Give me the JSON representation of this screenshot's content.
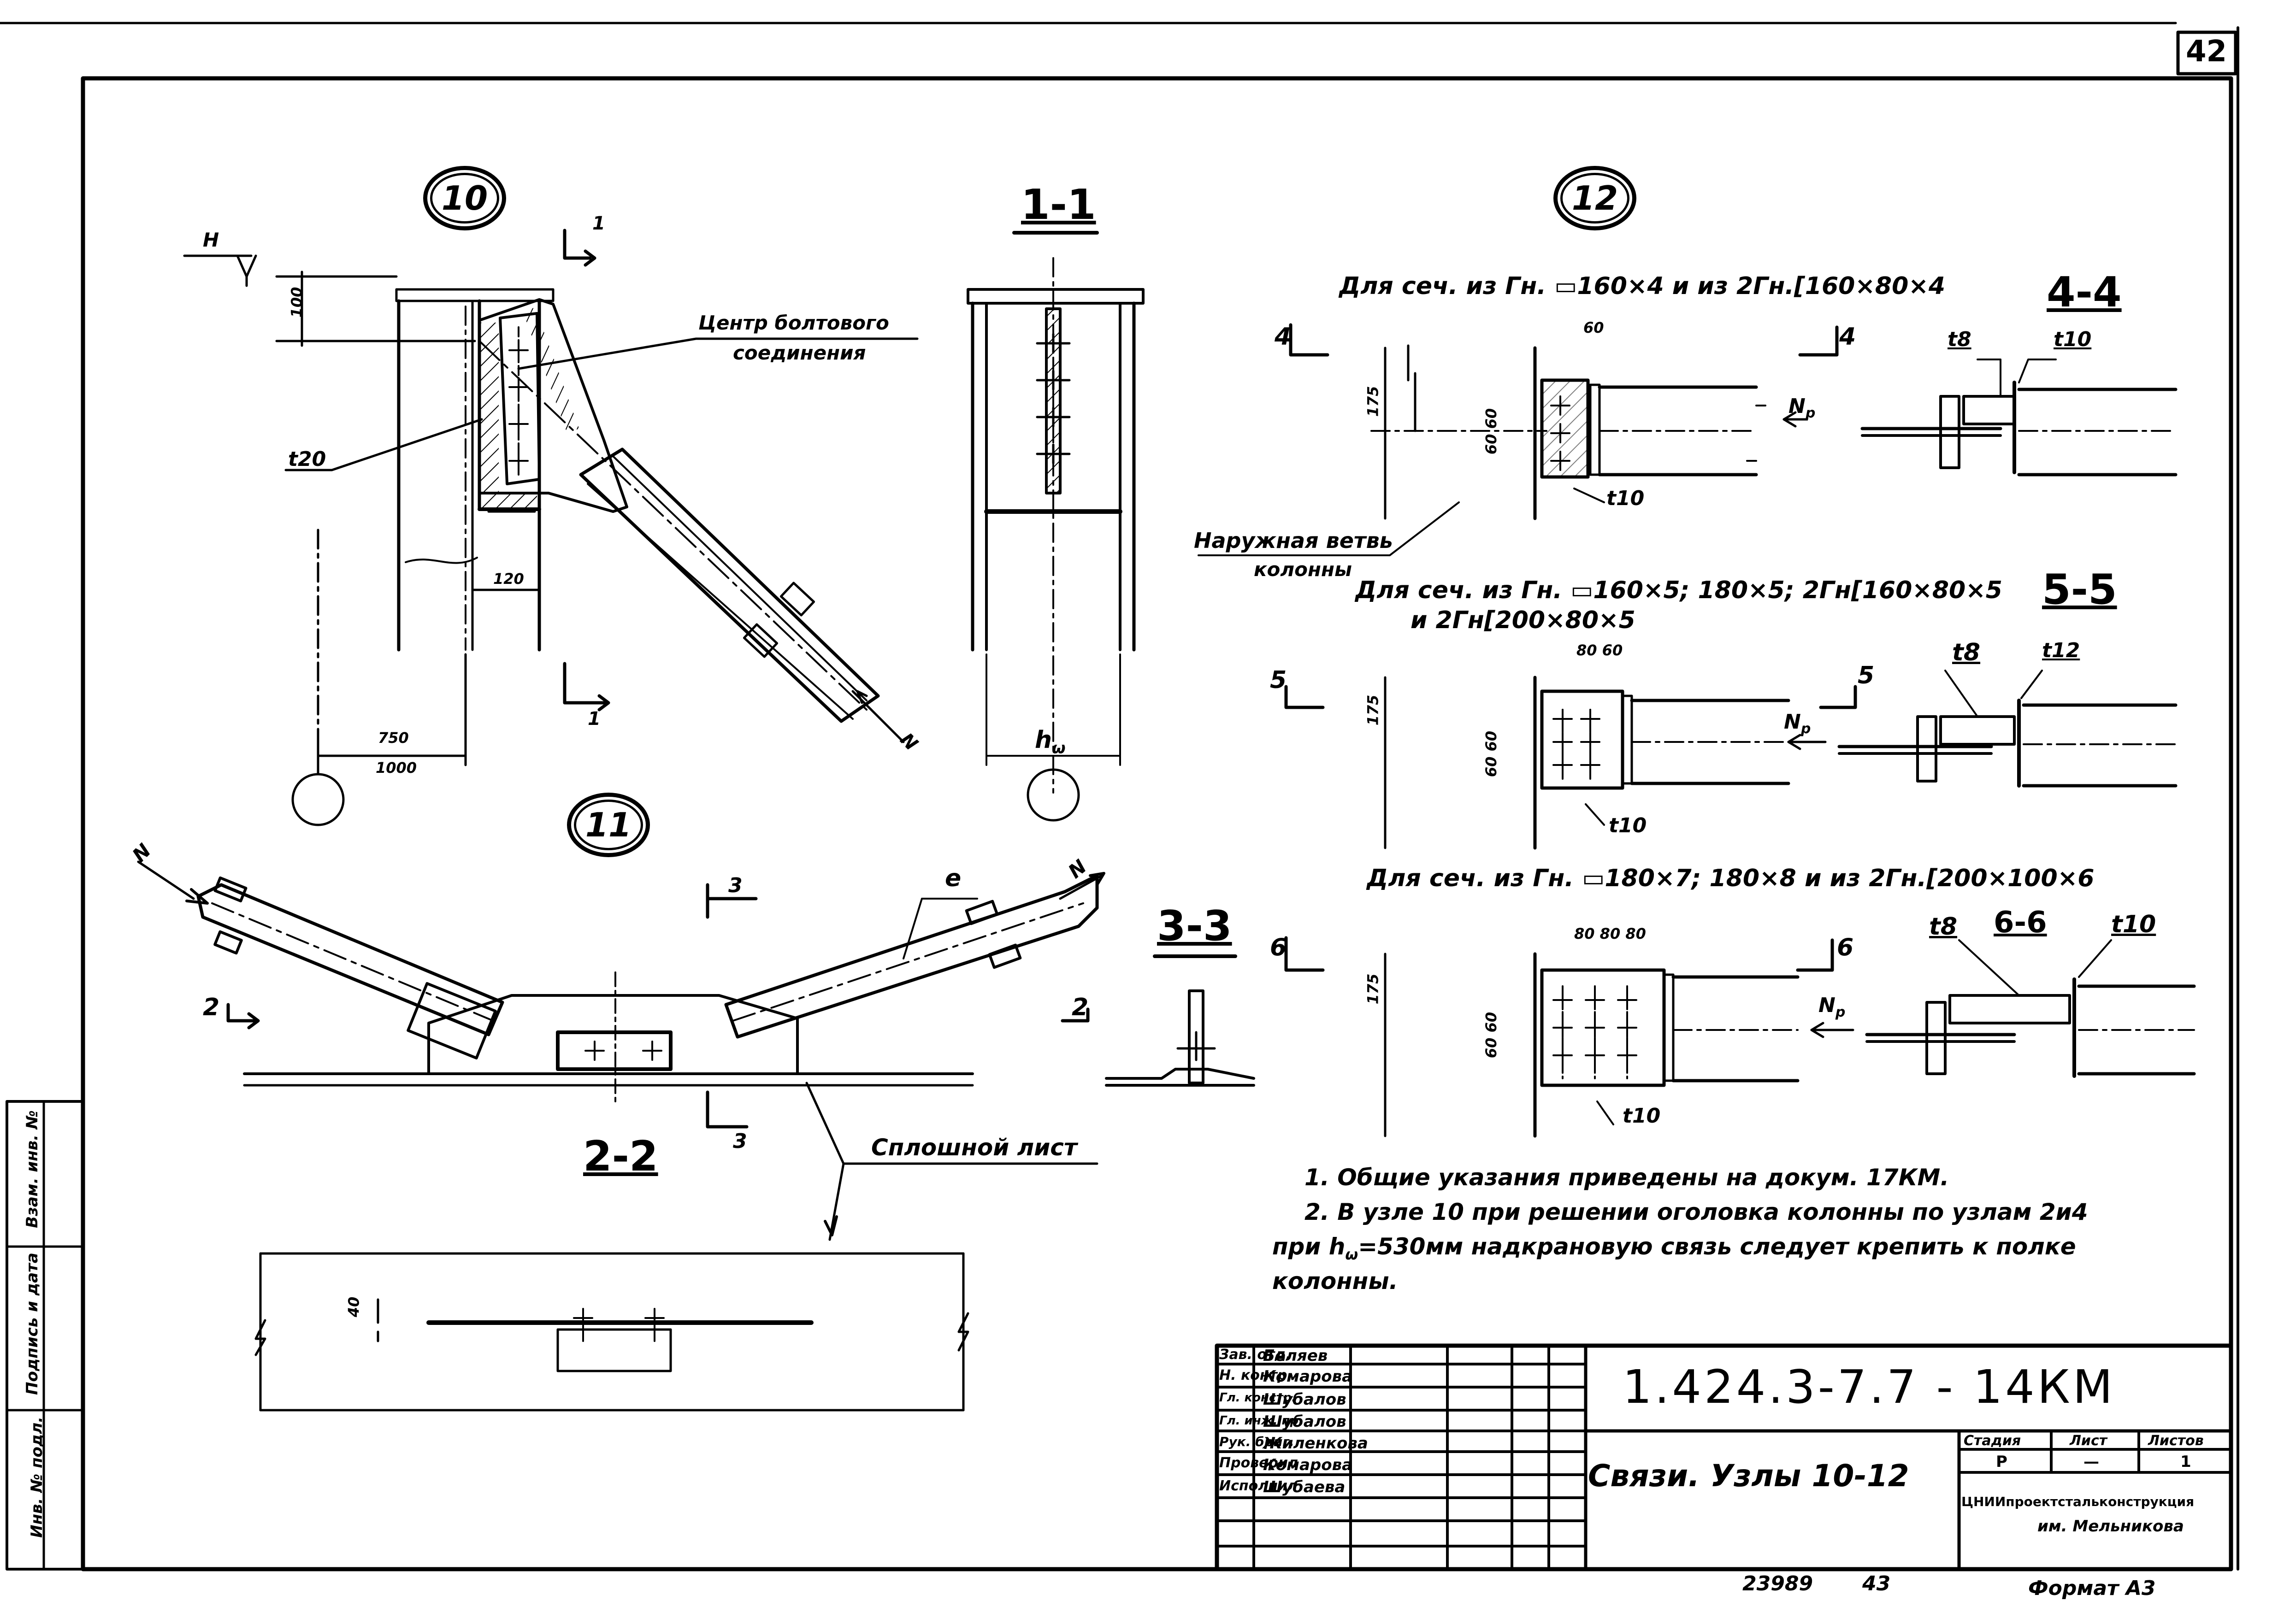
{
  "sheet_number": "42",
  "node_10": {
    "circle": "10",
    "force_h": "H",
    "force_n": "N",
    "dim_100": "100",
    "dim_120": "120",
    "dim_750": "750",
    "dim_1000": "1000",
    "plate": "t20",
    "bolt_center_line1": "Центр болтового",
    "bolt_center_line2": "соединения",
    "cut_mark": "1"
  },
  "section_1_1": {
    "title": "1-1",
    "hw": "h",
    "hw_sub": "ω"
  },
  "node_11": {
    "circle": "11",
    "force_n_left": "N",
    "force_n_right": "N",
    "e": "e",
    "cut_2": "2",
    "cut_3": "3",
    "solid_sheet": "Сплошной лист"
  },
  "section_2_2": {
    "title": "2-2",
    "dim_40": "40"
  },
  "section_3_3": {
    "title": "3-3"
  },
  "node_12": {
    "circle": "12",
    "variant_1": "Для  сеч. из Гн. ▭160×4 и из 2Гн.[160×80×4",
    "variant_2a": "Для  сеч. из Гн. ▭160×5; 180×5; 2Гн[160×80×5",
    "variant_2b": "и 2Гн[200×80×5",
    "variant_3": "Для  сеч. из Гн. ▭180×7; 180×8 и из 2Гн.[200×100×6",
    "outer_branch_1": "Наружная ветвь",
    "outer_branch_2": "колонны",
    "np": "N",
    "np_sub": "р",
    "t10": "t10",
    "dim_60": "60",
    "dim_175": "175",
    "dim_6060": "60 60",
    "dim_8060": "80 60",
    "dim_808080": "80 80 80",
    "cut_4": "4",
    "cut_5": "5",
    "cut_6": "6"
  },
  "section_4_4": {
    "title": "4-4",
    "t_a": "t8",
    "t_b": "t10"
  },
  "section_5_5": {
    "title": "5-5",
    "t_a": "t8",
    "t_b": "t12"
  },
  "section_6_6": {
    "title": "6-6",
    "t_a": "t8",
    "t_b": "t10"
  },
  "notes": {
    "n1": "1.  Общие  указания  приведены  на  докум. 17КМ.",
    "n2a": "2.  В узле  10 при  решении  оголовка  колонны по узлам 2и4",
    "n2b": "при h",
    "n2b_sub": "ω",
    "n2c": "=530мм  надкрановую связь следует  крепить  к  полке",
    "n2d": "колонны."
  },
  "title_block": {
    "doc_code": "1.424.3-7.7 - 14КМ",
    "title": "Связи. Узлы 10-12",
    "roles": [
      "Зав. отд.",
      "Н. контр.",
      "Гл. констр.",
      "Гл. инж. пр.",
      "Рук. бриг.",
      "Проверил",
      "Исполнил"
    ],
    "names": [
      "Беляев",
      "Комарова",
      "Шубалов",
      "Шубалов",
      "Жиленкова",
      "Комарова",
      "Шубаева"
    ],
    "stage_h": "Стадия",
    "sheet_h": "Лист",
    "sheets_h": "Листов",
    "stage_v": "Р",
    "sheet_v": "—",
    "sheets_v": "1",
    "org_1": "ЦНИИпроектстальконструкция",
    "org_2": "им. Мельникова",
    "inv": "23989",
    "inv2": "43",
    "format": "Формат А3"
  },
  "side_stamp": [
    "Инв. № подл.",
    "Подпись и дата",
    "Взам. инв. №"
  ]
}
